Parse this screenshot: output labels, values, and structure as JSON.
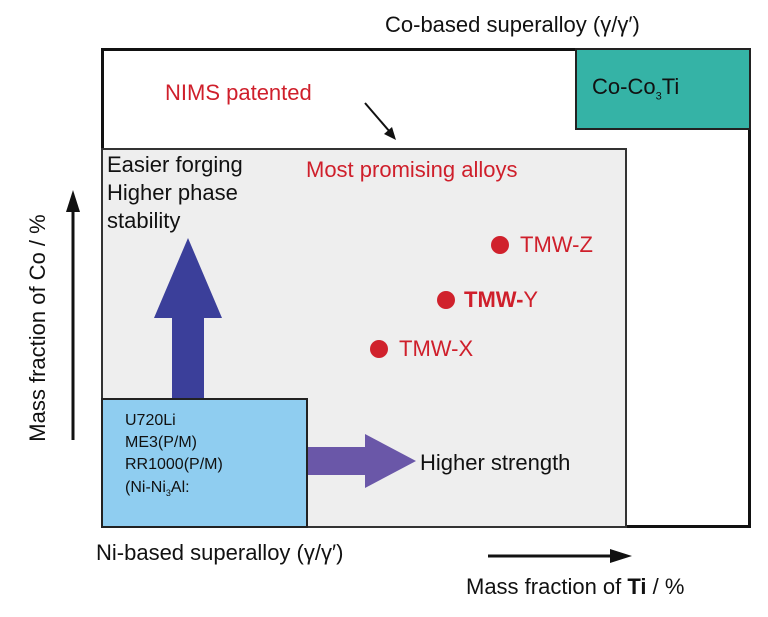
{
  "title_co": "Co-based superalloy (γ/γ′)",
  "title_ni": "Ni-based superalloy (γ/γ′)",
  "co_box": {
    "main": "Co-Co",
    "sub": "3",
    "tail": "Ti",
    "color": "#35b3a6"
  },
  "nims_label": "NIMS patented",
  "promising_label": "Most promising alloys",
  "forging": {
    "line1": "Easier forging",
    "line2": "Higher phase",
    "line3": "stability"
  },
  "alloys": [
    {
      "name": "TMW-Z"
    },
    {
      "name_a": "TMW-",
      "name_b": "Y"
    },
    {
      "name": "TMW-X"
    }
  ],
  "ni_box": {
    "line1": "U720Li",
    "line2": "ME3(P/M)",
    "line3": "RR1000(P/M)",
    "line4_a": "(Ni-Ni",
    "line4_sub": "3",
    "line4_b": "Al:",
    "color": "#8fcdf0"
  },
  "strength_label": "Higher strength",
  "y_axis": "Mass fraction of Co / %",
  "x_axis": {
    "pre": "Mass fraction of ",
    "bold": "Ti",
    "post": " / %"
  },
  "colors": {
    "red": "#cf1f2b",
    "arrow_blue": "#3b3f9a",
    "arrow_purple": "#6a57a8",
    "inner_bg": "#eeeeee"
  }
}
